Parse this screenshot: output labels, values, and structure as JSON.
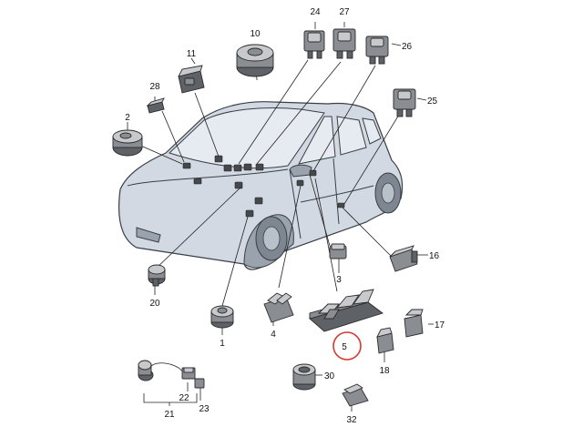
{
  "accent_color": "#d63a2f",
  "highlighted_part": "5",
  "labels": {
    "p1": "1",
    "p2": "2",
    "p3": "3",
    "p4": "4",
    "p5": "5",
    "p10": "10",
    "p11": "11",
    "p16": "16",
    "p17": "17",
    "p18": "18",
    "p20": "20",
    "p21": "21",
    "p22": "22",
    "p23": "23",
    "p24": "24",
    "p25": "25",
    "p26": "26",
    "p27": "27",
    "p28": "28",
    "p30": "30",
    "p32": "32"
  }
}
